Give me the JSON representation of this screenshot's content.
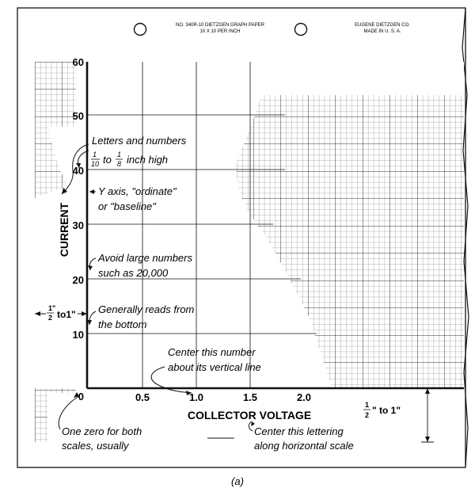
{
  "header": {
    "paper_line1": "NO. 340R-10 DIETZGEN GRAPH PAPER",
    "paper_line2": "10 X 10 PER INCH",
    "maker_line1": "EUGENE DIETZGEN CO.",
    "maker_line2": "MADE IN U. S. A."
  },
  "axes": {
    "y_label": "CURRENT",
    "x_label": "COLLECTOR VOLTAGE",
    "y_ticks": [
      "0",
      "10",
      "20",
      "30",
      "40",
      "50",
      "60"
    ],
    "x_ticks": [
      "0.5",
      "1.0",
      "1.5",
      "2.0"
    ]
  },
  "annotations": {
    "letters_1": "Letters and numbers",
    "letters_2_frac1_num": "1",
    "letters_2_frac1_den": "10",
    "letters_2_mid": "to",
    "letters_2_frac2_num": "1",
    "letters_2_frac2_den": "8",
    "letters_2_tail": "inch high",
    "yaxis_1": "Y  axis, \"ordinate\"",
    "yaxis_2": "or \"baseline\"",
    "avoid_1": "Avoid large numbers",
    "avoid_2": "such as 20,000",
    "reads_1": "Generally reads from",
    "reads_2": "the bottom",
    "margin_left": "to1\"",
    "margin_left_num": "1\"",
    "margin_left_den": "2",
    "center_num_1": "Center this number",
    "center_num_2": "about its vertical line",
    "margin_right": "\"  to 1\"",
    "margin_right_num": "1",
    "margin_right_den": "2",
    "zero_1": "One zero for both",
    "zero_2": "scales, usually",
    "center_let_1": "Center this lettering",
    "center_let_2": "along horizontal scale"
  },
  "caption": "(a)"
}
